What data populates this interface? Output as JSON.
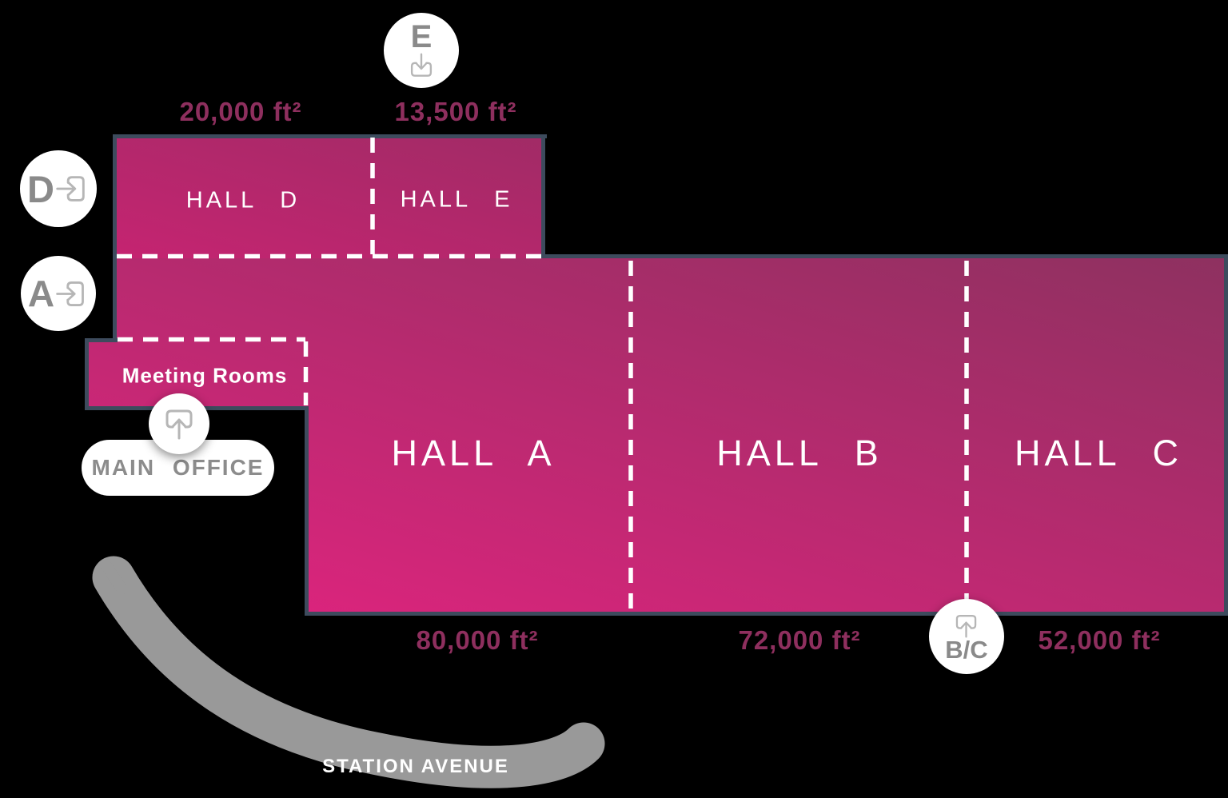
{
  "halls_upper": [
    {
      "name": "HALL D",
      "area": "20,000 ft²"
    },
    {
      "name": "HALL E",
      "area": "13,500 ft²"
    }
  ],
  "halls_main": [
    {
      "name": "HALL A",
      "area": "80,000 ft²"
    },
    {
      "name": "HALL B",
      "area": "72,000 ft²"
    },
    {
      "name": "HALL C",
      "area": "52,000 ft²"
    }
  ],
  "meeting_rooms": {
    "label": "Meeting Rooms"
  },
  "main_office": {
    "label": "MAIN OFFICE"
  },
  "street": {
    "label": "STATION AVENUE"
  },
  "entrances": {
    "e": {
      "label": "E",
      "direction": "down"
    },
    "d": {
      "label": "D",
      "direction": "right"
    },
    "a": {
      "label": "A",
      "direction": "right"
    },
    "bc": {
      "label": "B/C",
      "direction": "up"
    }
  },
  "colors": {
    "hall_gradient_start": "#e2237f",
    "hall_gradient_end": "#8e3160",
    "upper_gradient_start": "#c52471",
    "upper_gradient_end": "#a12b66",
    "outline": "#3d4b5d",
    "divider": "#ffffff",
    "area_label": "#8e2f5e",
    "road": "#999999",
    "entrance_letter": "#8a8a8a",
    "entrance_glyph": "#b6b6b6"
  }
}
